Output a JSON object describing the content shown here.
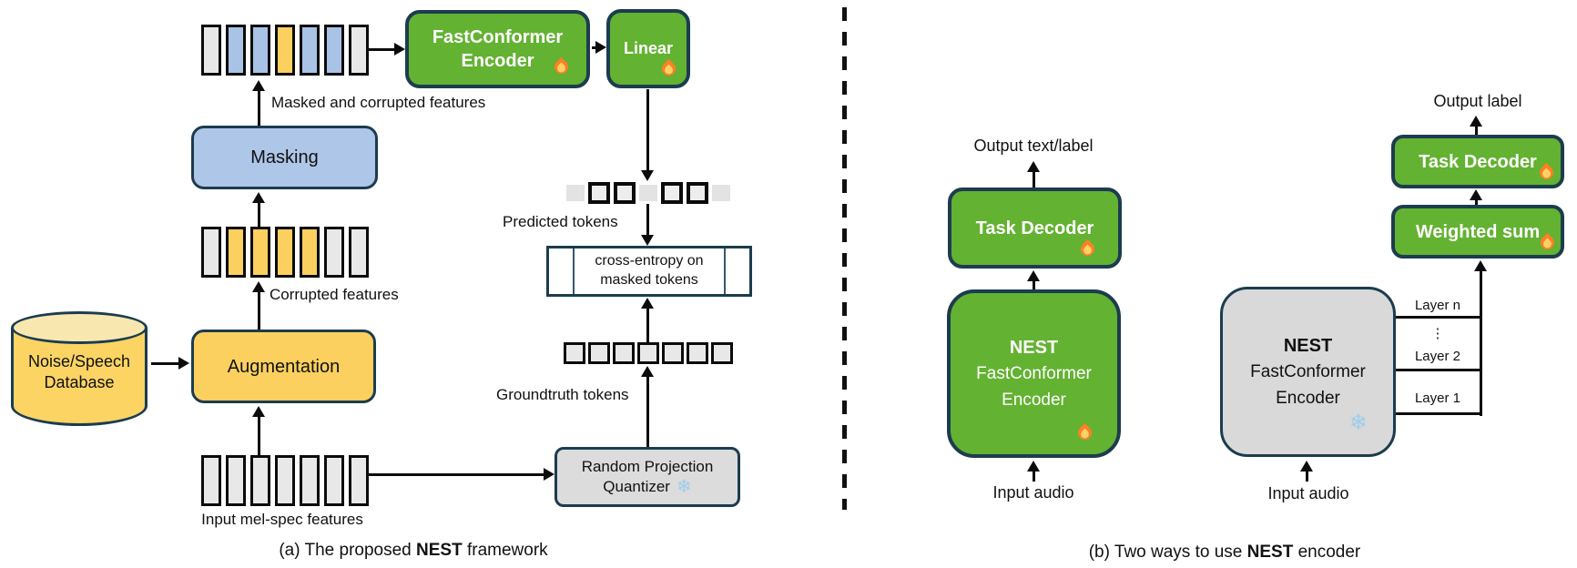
{
  "colors": {
    "green": "#63b232",
    "border": "#1c3c4f",
    "masking_blue": "#aec6e8",
    "token_blue": "#a9c3e6",
    "yellow": "#fcd05e",
    "gray_box": "#dcdcdc",
    "token_gray": "#e8e8e8"
  },
  "icons": {
    "snowflake": "❄",
    "flame": "flame"
  },
  "panel_a": {
    "caption": {
      "prefix": "(a) The proposed ",
      "bold": "NEST",
      "suffix": " framework"
    },
    "boxes": {
      "fastconformer_line1": "FastConformer",
      "fastconformer_line2": "Encoder",
      "linear": "Linear",
      "masking": "Masking",
      "augmentation": "Augmentation",
      "database_line1": "Noise/Speech",
      "database_line2": "Database",
      "rpq_line1": "Random Projection",
      "rpq_line2": "Quantizer",
      "ce_line1": "cross-entropy on",
      "ce_line2": "masked tokens"
    },
    "labels": {
      "masked_features": "Masked and corrupted features",
      "corrupted_features": "Corrupted features",
      "input_mel": "Input mel-spec features",
      "predicted_tokens": "Predicted tokens",
      "groundtruth_tokens": "Groundtruth tokens"
    },
    "tokens": {
      "masked": [
        "gray",
        "blue",
        "blue",
        "yellow",
        "blue",
        "blue",
        "gray"
      ],
      "corrupted": [
        "gray",
        "yellow",
        "yellow",
        "yellow",
        "yellow",
        "gray",
        "gray"
      ],
      "input": [
        "gray",
        "gray",
        "gray",
        "gray",
        "gray",
        "gray",
        "gray"
      ],
      "predicted": [
        "plain",
        "boxed",
        "boxed",
        "plain",
        "boxed",
        "boxed",
        "plain"
      ],
      "groundtruth": [
        "gray",
        "gray",
        "gray",
        "gray",
        "gray",
        "gray",
        "gray"
      ]
    }
  },
  "panel_b": {
    "caption": {
      "prefix": "(b) Two ways to use ",
      "bold": "NEST",
      "suffix": " encoder"
    },
    "finetune": {
      "output_label": "Output text/label",
      "task_decoder": "Task Decoder",
      "encoder_line1": "NEST",
      "encoder_line2": "FastConformer",
      "encoder_line3": "Encoder",
      "input_audio": "Input audio"
    },
    "probe": {
      "output_label": "Output label",
      "task_decoder": "Task Decoder",
      "weighted_sum": "Weighted sum",
      "encoder_line1": "NEST",
      "encoder_line2": "FastConformer",
      "encoder_line3": "Encoder",
      "layers": [
        "Layer n",
        "⋮",
        "Layer 2",
        "Layer 1"
      ],
      "input_audio": "Input audio"
    }
  }
}
